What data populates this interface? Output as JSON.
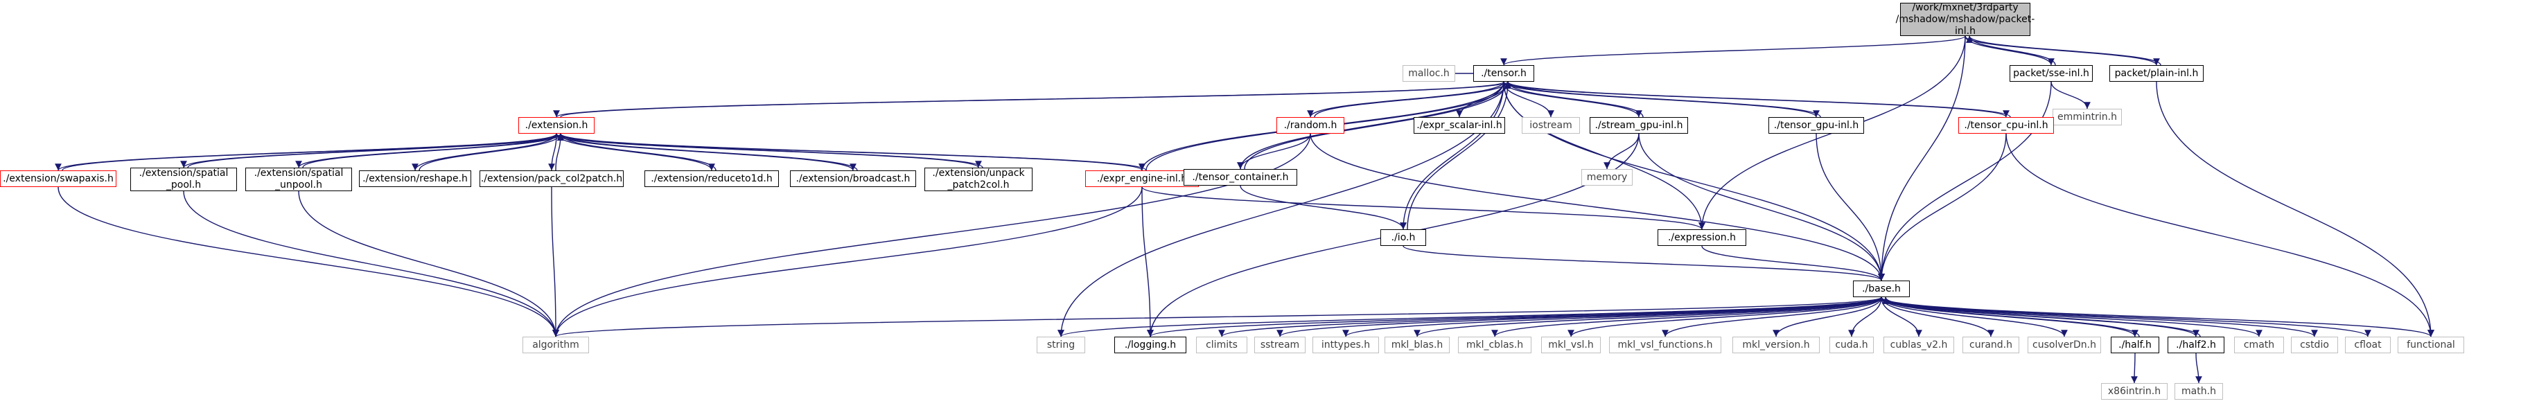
{
  "nodes": {
    "root": "/work/mxnet/3rdparty\n/mshadow/mshadow/packet-inl.h",
    "tensor": "./tensor.h",
    "malloc": "malloc.h",
    "packet_sse": "packet/sse-inl.h",
    "packet_plain": "packet/plain-inl.h",
    "emmintrin": "emmintrin.h",
    "extension": "./extension.h",
    "random": "./random.h",
    "expr_scalar": "./expr_scalar-inl.h",
    "iostream": "iostream",
    "stream_gpu": "./stream_gpu-inl.h",
    "tensor_gpu": "./tensor_gpu-inl.h",
    "tensor_cpu": "./tensor_cpu-inl.h",
    "ext_swapaxis": "./extension/swapaxis.h",
    "ext_spatial_pool": "./extension/spatial\n_pool.h",
    "ext_spatial_unpool": "./extension/spatial\n_unpool.h",
    "ext_reshape": "./extension/reshape.h",
    "ext_pack_col2patch": "./extension/pack_col2patch.h",
    "ext_reduceto1d": "./extension/reduceto1d.h",
    "ext_broadcast": "./extension/broadcast.h",
    "ext_unpack": "./extension/unpack\n_patch2col.h",
    "expr_engine": "./expr_engine-inl.h",
    "tensor_container": "./tensor_container.h",
    "memory": "memory",
    "io": "./io.h",
    "expression": "./expression.h",
    "base": "./base.h",
    "algorithm": "algorithm",
    "string": "string",
    "logging": "./logging.h",
    "climits": "climits",
    "sstream": "sstream",
    "inttypes": "inttypes.h",
    "mkl_blas": "mkl_blas.h",
    "mkl_cblas": "mkl_cblas.h",
    "mkl_vsl": "mkl_vsl.h",
    "mkl_vsl_functions": "mkl_vsl_functions.h",
    "mkl_version": "mkl_version.h",
    "cuda": "cuda.h",
    "cublas_v2": "cublas_v2.h",
    "curand": "curand.h",
    "cusolverDn": "cusolverDn.h",
    "half": "./half.h",
    "half2": "./half2.h",
    "cmath": "cmath",
    "cstdio": "cstdio",
    "cfloat": "cfloat",
    "functional": "functional",
    "x86intrin": "x86intrin.h",
    "math": "math.h"
  },
  "node_kinds": {
    "root": "root",
    "internal": [
      "tensor",
      "packet_sse",
      "packet_plain",
      "expr_scalar",
      "stream_gpu",
      "tensor_gpu",
      "ext_spatial_pool",
      "ext_spatial_unpool",
      "ext_reshape",
      "ext_pack_col2patch",
      "ext_reduceto1d",
      "ext_broadcast",
      "ext_unpack",
      "tensor_container",
      "io",
      "expression",
      "base",
      "logging",
      "half",
      "half2"
    ],
    "truncated": [
      "extension",
      "random",
      "tensor_cpu",
      "ext_swapaxis",
      "expr_engine"
    ],
    "external": [
      "malloc",
      "emmintrin",
      "iostream",
      "memory",
      "algorithm",
      "string",
      "climits",
      "sstream",
      "inttypes",
      "mkl_blas",
      "mkl_cblas",
      "mkl_vsl",
      "mkl_vsl_functions",
      "mkl_version",
      "cuda",
      "cublas_v2",
      "curand",
      "cusolverDn",
      "cmath",
      "cstdio",
      "cfloat",
      "functional",
      "x86intrin",
      "math"
    ]
  },
  "edges": [
    [
      "root",
      "tensor"
    ],
    [
      "root",
      "packet_sse"
    ],
    [
      "root",
      "packet_plain"
    ],
    [
      "root",
      "base"
    ],
    [
      "root",
      "expression"
    ],
    [
      "packet_sse",
      "root"
    ],
    [
      "packet_plain",
      "root"
    ],
    [
      "packet_sse",
      "emmintrin"
    ],
    [
      "packet_sse",
      "base"
    ],
    [
      "packet_plain",
      "functional"
    ],
    [
      "tensor",
      "malloc"
    ],
    [
      "tensor",
      "extension"
    ],
    [
      "tensor",
      "random"
    ],
    [
      "tensor",
      "expr_scalar"
    ],
    [
      "tensor",
      "iostream"
    ],
    [
      "tensor",
      "stream_gpu"
    ],
    [
      "tensor",
      "tensor_gpu"
    ],
    [
      "tensor",
      "tensor_cpu"
    ],
    [
      "tensor",
      "expr_engine"
    ],
    [
      "tensor",
      "tensor_container"
    ],
    [
      "tensor",
      "io"
    ],
    [
      "tensor",
      "expression"
    ],
    [
      "tensor",
      "base"
    ],
    [
      "tensor",
      "string"
    ],
    [
      "extension",
      "tensor"
    ],
    [
      "random",
      "tensor"
    ],
    [
      "stream_gpu",
      "tensor"
    ],
    [
      "tensor_gpu",
      "tensor"
    ],
    [
      "tensor_cpu",
      "tensor"
    ],
    [
      "expr_engine",
      "tensor"
    ],
    [
      "tensor_container",
      "tensor"
    ],
    [
      "io",
      "tensor"
    ],
    [
      "extension",
      "ext_swapaxis"
    ],
    [
      "extension",
      "ext_spatial_pool"
    ],
    [
      "extension",
      "ext_spatial_unpool"
    ],
    [
      "extension",
      "ext_reshape"
    ],
    [
      "extension",
      "ext_pack_col2patch"
    ],
    [
      "extension",
      "ext_reduceto1d"
    ],
    [
      "extension",
      "ext_broadcast"
    ],
    [
      "extension",
      "ext_unpack"
    ],
    [
      "extension",
      "expr_engine"
    ],
    [
      "ext_swapaxis",
      "extension"
    ],
    [
      "ext_spatial_pool",
      "extension"
    ],
    [
      "ext_spatial_unpool",
      "extension"
    ],
    [
      "ext_reshape",
      "extension"
    ],
    [
      "ext_pack_col2patch",
      "extension"
    ],
    [
      "ext_reduceto1d",
      "extension"
    ],
    [
      "ext_broadcast",
      "extension"
    ],
    [
      "ext_unpack",
      "extension"
    ],
    [
      "expr_engine",
      "extension"
    ],
    [
      "ext_swapaxis",
      "algorithm"
    ],
    [
      "ext_spatial_pool",
      "algorithm"
    ],
    [
      "ext_spatial_unpool",
      "algorithm"
    ],
    [
      "ext_pack_col2patch",
      "algorithm"
    ],
    [
      "expr_engine",
      "algorithm"
    ],
    [
      "expr_engine",
      "logging"
    ],
    [
      "expr_engine",
      "expression"
    ],
    [
      "random",
      "tensor_container"
    ],
    [
      "random",
      "algorithm"
    ],
    [
      "random",
      "base"
    ],
    [
      "tensor_container",
      "io"
    ],
    [
      "stream_gpu",
      "memory"
    ],
    [
      "stream_gpu",
      "base"
    ],
    [
      "stream_gpu",
      "logging"
    ],
    [
      "tensor_gpu",
      "base"
    ],
    [
      "tensor_cpu",
      "base"
    ],
    [
      "tensor_cpu",
      "functional"
    ],
    [
      "io",
      "base"
    ],
    [
      "expression",
      "base"
    ],
    [
      "base",
      "algorithm"
    ],
    [
      "base",
      "string"
    ],
    [
      "base",
      "logging"
    ],
    [
      "base",
      "climits"
    ],
    [
      "base",
      "sstream"
    ],
    [
      "base",
      "inttypes"
    ],
    [
      "base",
      "mkl_blas"
    ],
    [
      "base",
      "mkl_cblas"
    ],
    [
      "base",
      "mkl_vsl"
    ],
    [
      "base",
      "mkl_vsl_functions"
    ],
    [
      "base",
      "mkl_version"
    ],
    [
      "base",
      "cuda"
    ],
    [
      "base",
      "cublas_v2"
    ],
    [
      "base",
      "curand"
    ],
    [
      "base",
      "cusolverDn"
    ],
    [
      "base",
      "half"
    ],
    [
      "base",
      "half2"
    ],
    [
      "base",
      "cmath"
    ],
    [
      "base",
      "cstdio"
    ],
    [
      "base",
      "cfloat"
    ],
    [
      "base",
      "functional"
    ],
    [
      "half",
      "base"
    ],
    [
      "half2",
      "base"
    ],
    [
      "half",
      "x86intrin"
    ],
    [
      "half2",
      "math"
    ]
  ]
}
